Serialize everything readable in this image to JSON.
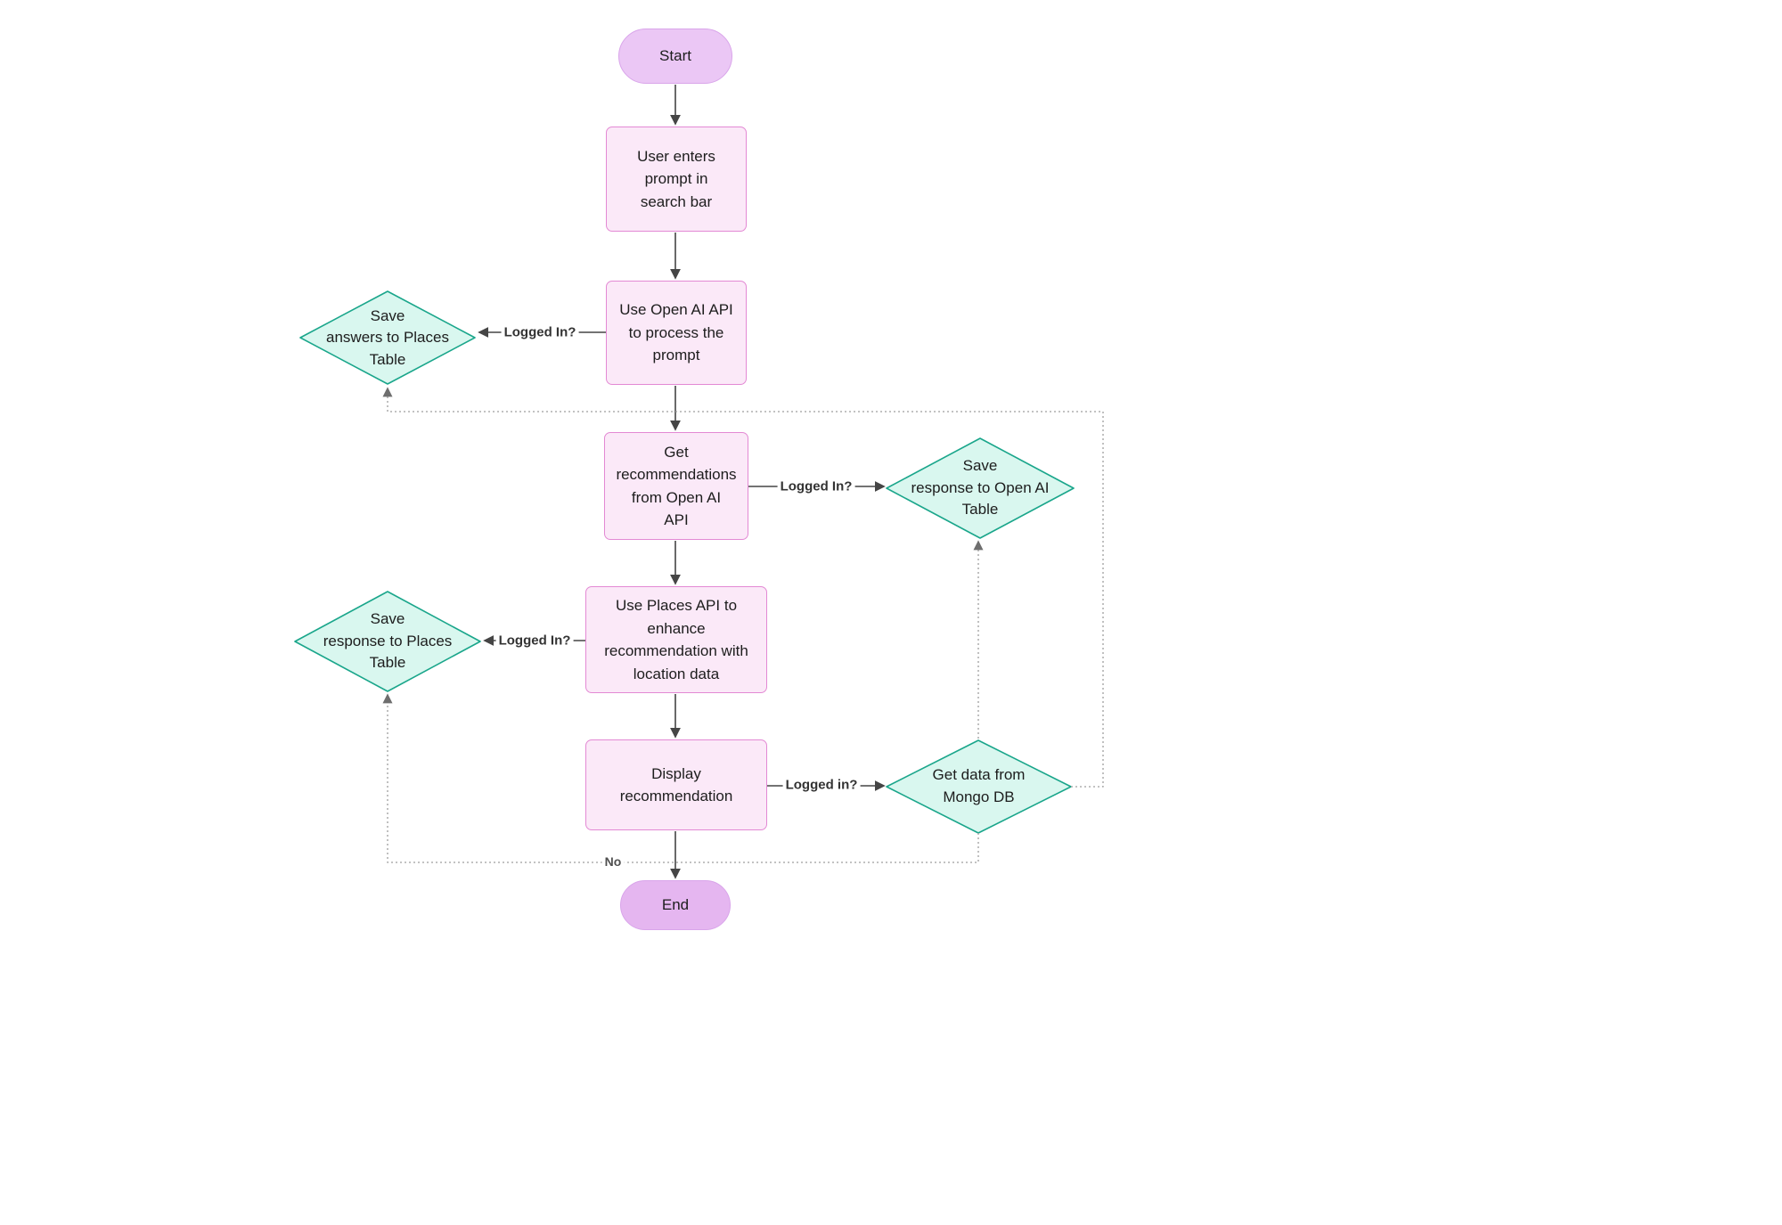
{
  "diagram_type": "flowchart",
  "nodes": {
    "start": "Start",
    "user_enters_prompt": "User enters\nprompt in\nsearch bar",
    "use_openai_api": "Use Open AI API\nto process the\nprompt",
    "save_answers_places_table": "Save\nanswers to Places\nTable",
    "get_recommendations": "Get\nrecommendations\nfrom Open AI\nAPI",
    "save_response_openai_table": "Save\nresponse to Open AI\nTable",
    "use_places_api": "Use Places API to\nenhance\nrecommendation with\nlocation data",
    "save_response_places_table": "Save\nresponse to Places\nTable",
    "display_recommendation": "Display\nrecommendation",
    "get_data_mongo_db": "Get data from\nMongo DB",
    "end": "End"
  },
  "edge_labels": {
    "logged_in_top_left": "Logged In?",
    "logged_in_right": "Logged In?",
    "logged_in_bottom_left": "Logged In?",
    "logged_in_bottom_right": "Logged in?",
    "no": "No"
  },
  "edges": [
    {
      "from": "start",
      "to": "user_enters_prompt",
      "style": "solid"
    },
    {
      "from": "user_enters_prompt",
      "to": "use_openai_api",
      "style": "solid"
    },
    {
      "from": "use_openai_api",
      "to": "save_answers_places_table",
      "label": "Logged In?",
      "style": "solid"
    },
    {
      "from": "use_openai_api",
      "to": "get_recommendations",
      "style": "solid"
    },
    {
      "from": "get_recommendations",
      "to": "save_response_openai_table",
      "label": "Logged In?",
      "style": "solid"
    },
    {
      "from": "get_recommendations",
      "to": "use_places_api",
      "style": "solid"
    },
    {
      "from": "use_places_api",
      "to": "save_response_places_table",
      "label": "Logged In?",
      "style": "solid"
    },
    {
      "from": "use_places_api",
      "to": "display_recommendation",
      "style": "solid"
    },
    {
      "from": "display_recommendation",
      "to": "get_data_mongo_db",
      "label": "Logged in?",
      "style": "solid"
    },
    {
      "from": "display_recommendation",
      "to": "end",
      "style": "solid"
    },
    {
      "from": "get_data_mongo_db",
      "to": "save_response_openai_table",
      "style": "dotted"
    },
    {
      "from": "get_data_mongo_db",
      "to": "save_answers_places_table",
      "style": "dotted"
    },
    {
      "from": "get_data_mongo_db",
      "to": "save_response_places_table",
      "label": "No",
      "style": "dotted"
    }
  ],
  "colors": {
    "terminal_start_fill": "#ebc7f5",
    "terminal_end_fill": "#e5b6f0",
    "terminal_border": "#d9a5ea",
    "process_fill": "#fbe9f8",
    "process_border": "#e389d4",
    "decision_fill": "#d9f7ef",
    "decision_border": "#1aa68b",
    "connector": "#454545",
    "dotted_connector": "#9e9e9e",
    "background": "#ffffff"
  }
}
